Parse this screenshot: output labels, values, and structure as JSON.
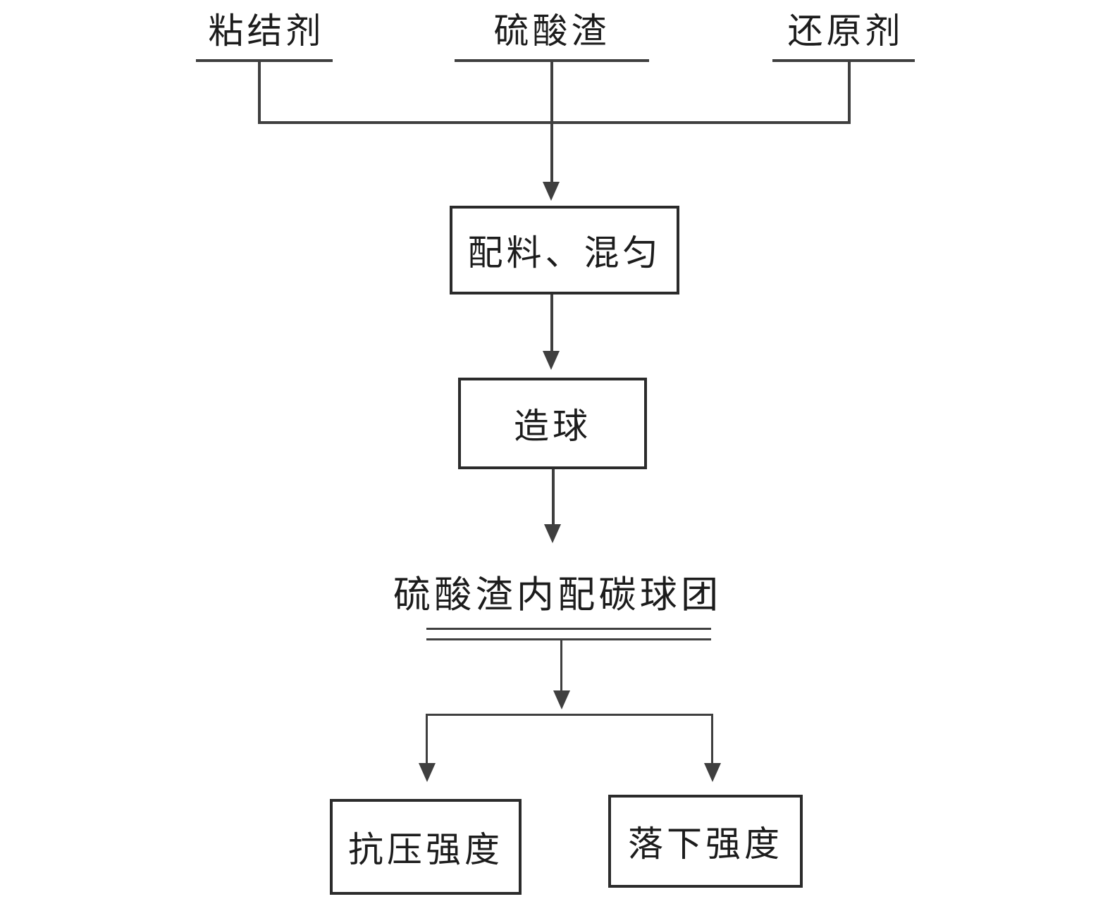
{
  "colors": {
    "line": "#3f3f3f",
    "border": "#2b2b2b",
    "text": "#1c1c1c",
    "bg": "#ffffff"
  },
  "diagram": {
    "inputs": [
      {
        "label": "粘结剂"
      },
      {
        "label": "硫酸渣"
      },
      {
        "label": "还原剂"
      }
    ],
    "process_steps": [
      {
        "label": "配料、混匀"
      },
      {
        "label": "造球"
      }
    ],
    "intermediate_product": {
      "label": "硫酸渣内配碳球团"
    },
    "outputs": [
      {
        "label": "抗压强度"
      },
      {
        "label": "落下强度"
      }
    ]
  }
}
